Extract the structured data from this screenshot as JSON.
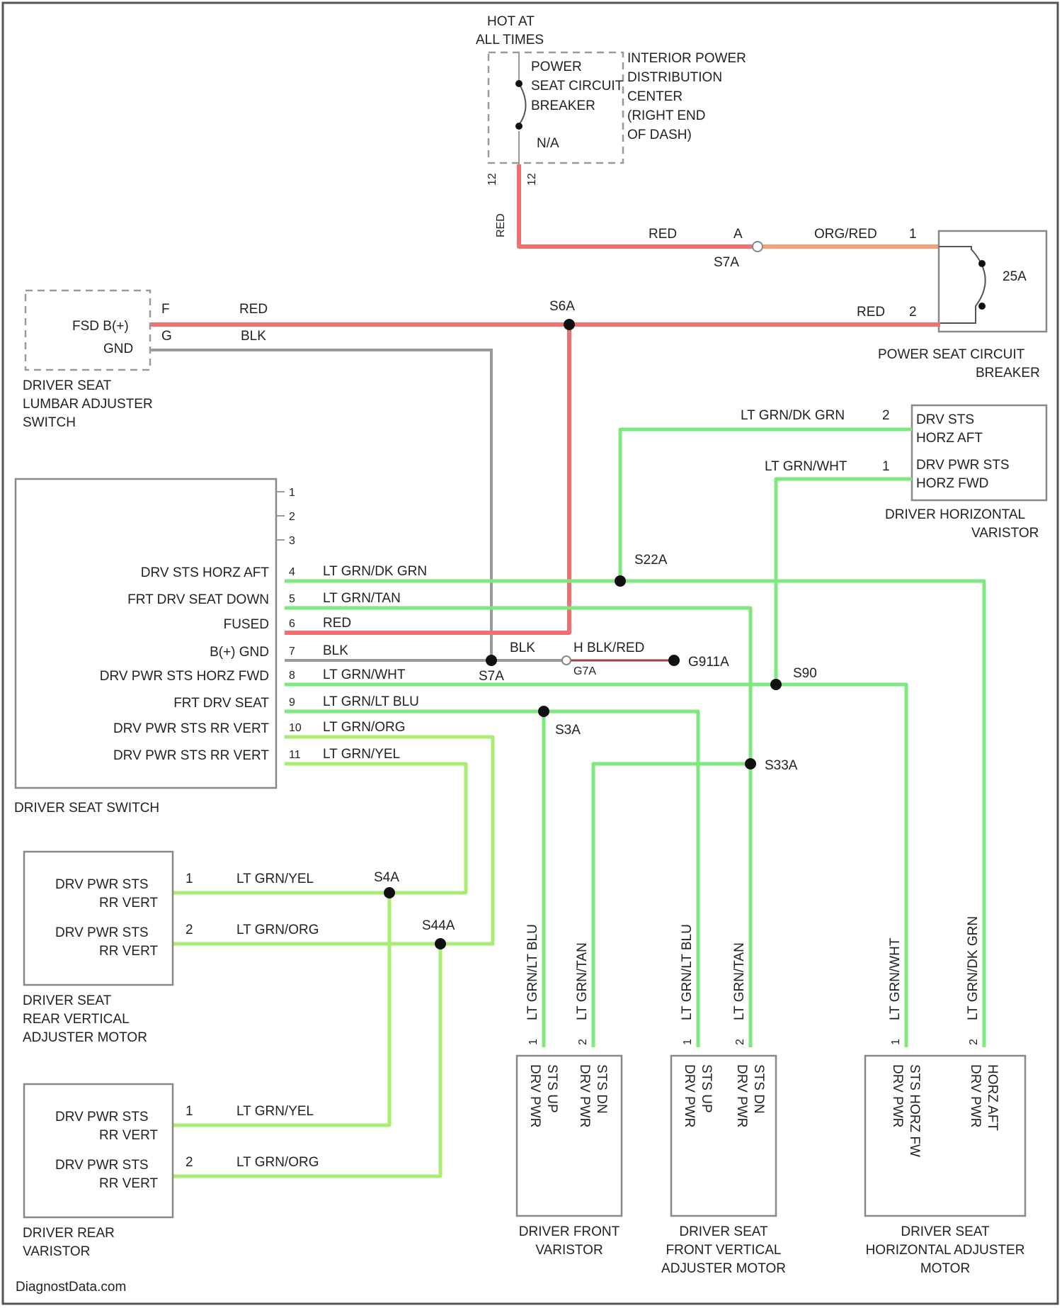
{
  "colors": {
    "red": "#f07070",
    "orange": "#f5a07a",
    "green": "#7ee87e",
    "lime": "#a8ec70",
    "gray": "#9a9a9a",
    "darkred": "#a04040"
  },
  "top": {
    "hot": "HOT AT",
    "all_times": "ALL TIMES"
  },
  "ipdc": {
    "cb_label": [
      "POWER",
      "SEAT CIRCUIT",
      "BREAKER"
    ],
    "na": "N/A",
    "label": [
      "INTERIOR POWER",
      "DISTRIBUTION",
      "CENTER",
      "(RIGHT END",
      "OF DASH)"
    ],
    "pin": "12"
  },
  "wires": {
    "red_vertical": "RED",
    "red_top": "RED",
    "a": "A",
    "s7a_top": "S7A",
    "org_red": "ORG/RED",
    "pin1": "1",
    "red_cb2": "RED",
    "pin2": "2",
    "s6a": "S6A",
    "red_lumbar": "RED",
    "blk_lumbar": "BLK",
    "lumbar_pin_f": "F",
    "lumbar_pin_g": "G"
  },
  "cb": {
    "rating": "25A",
    "label": [
      "POWER SEAT CIRCUIT",
      "BREAKER"
    ]
  },
  "lumbar": {
    "fsd": "FSD B(+)",
    "gnd": "GND",
    "label": [
      "DRIVER SEAT",
      "LUMBAR ADJUSTER",
      "SWITCH"
    ]
  },
  "hvar": {
    "w1": "LT GRN/DK GRN",
    "p1": "2",
    "w2": "LT GRN/WHT",
    "p2": "1",
    "t1": [
      "DRV STS",
      "HORZ AFT"
    ],
    "t2": [
      "DRV PWR STS",
      "HORZ FWD"
    ],
    "label": [
      "DRIVER HORIZONTAL",
      "VARISTOR"
    ]
  },
  "switch": {
    "label": "DRIVER SEAT SWITCH",
    "empty_pins": [
      "1",
      "2",
      "3"
    ],
    "rows": [
      {
        "pin": "4",
        "name": "DRV STS HORZ AFT",
        "wire": "LT GRN/DK GRN"
      },
      {
        "pin": "5",
        "name": "FRT DRV SEAT DOWN",
        "wire": "LT GRN/TAN"
      },
      {
        "pin": "6",
        "name": "FUSED",
        "wire": "RED"
      },
      {
        "pin": "7",
        "name": "B(+) GND",
        "wire": "BLK"
      },
      {
        "pin": "8",
        "name": "DRV PWR STS HORZ FWD",
        "wire": "LT GRN/WHT"
      },
      {
        "pin": "9",
        "name": "FRT DRV SEAT",
        "wire": "LT GRN/LT BLU"
      },
      {
        "pin": "10",
        "name": "DRV PWR STS RR VERT",
        "wire": "LT GRN/ORG"
      },
      {
        "pin": "11",
        "name": "DRV PWR STS RR VERT",
        "wire": "LT GRN/YEL"
      }
    ]
  },
  "splices": {
    "s22a": "S22A",
    "s7a": "S7A",
    "blk": "BLK",
    "h_blk_red": "H BLK/RED",
    "g7a": "G7A",
    "g911a": "G911A",
    "s90": "S90",
    "s3a": "S3A",
    "s33a": "S33A",
    "s4a": "S4A",
    "s44a": "S44A"
  },
  "rvm": {
    "t1": [
      "DRV PWR STS",
      "RR VERT"
    ],
    "p1": "1",
    "w1": "LT GRN/YEL",
    "t2": [
      "DRV PWR STS",
      "RR VERT"
    ],
    "p2": "2",
    "w2": "LT GRN/ORG",
    "label": [
      "DRIVER SEAT",
      "REAR VERTICAL",
      "ADJUSTER MOTOR"
    ]
  },
  "rvar": {
    "t1": [
      "DRV PWR STS",
      "RR VERT"
    ],
    "p1": "1",
    "w1": "LT GRN/YEL",
    "t2": [
      "DRV PWR STS",
      "RR VERT"
    ],
    "p2": "2",
    "w2": "LT GRN/ORG",
    "label": [
      "DRIVER REAR",
      "VARISTOR"
    ]
  },
  "bottom": {
    "fvar": {
      "w1": "LT GRN/LT BLU",
      "p1": "1",
      "w2": "LT GRN/TAN",
      "p2": "2",
      "t1": [
        "DRV PWR",
        "STS UP"
      ],
      "t2": [
        "DRV PWR",
        "STS DN"
      ],
      "label": [
        "DRIVER FRONT",
        "VARISTOR"
      ]
    },
    "fvm": {
      "w1": "LT GRN/LT BLU",
      "p1": "1",
      "w2": "LT GRN/TAN",
      "p2": "2",
      "t1": [
        "DRV PWR",
        "STS UP"
      ],
      "t2": [
        "DRV PWR",
        "STS DN"
      ],
      "label": [
        "DRIVER SEAT",
        "FRONT VERTICAL",
        "ADJUSTER MOTOR"
      ]
    },
    "hm": {
      "w1": "LT GRN/WHT",
      "p1": "1",
      "w2": "LT GRN/DK GRN",
      "p2": "2",
      "t1": [
        "DRV PWR",
        "STS HORZ FW"
      ],
      "t2": [
        "DRV PWR",
        "HORZ AFT"
      ],
      "label": [
        "DRIVER SEAT",
        "HORIZONTAL ADJUSTER",
        "MOTOR"
      ]
    }
  },
  "footer": "DiagnostData.com"
}
